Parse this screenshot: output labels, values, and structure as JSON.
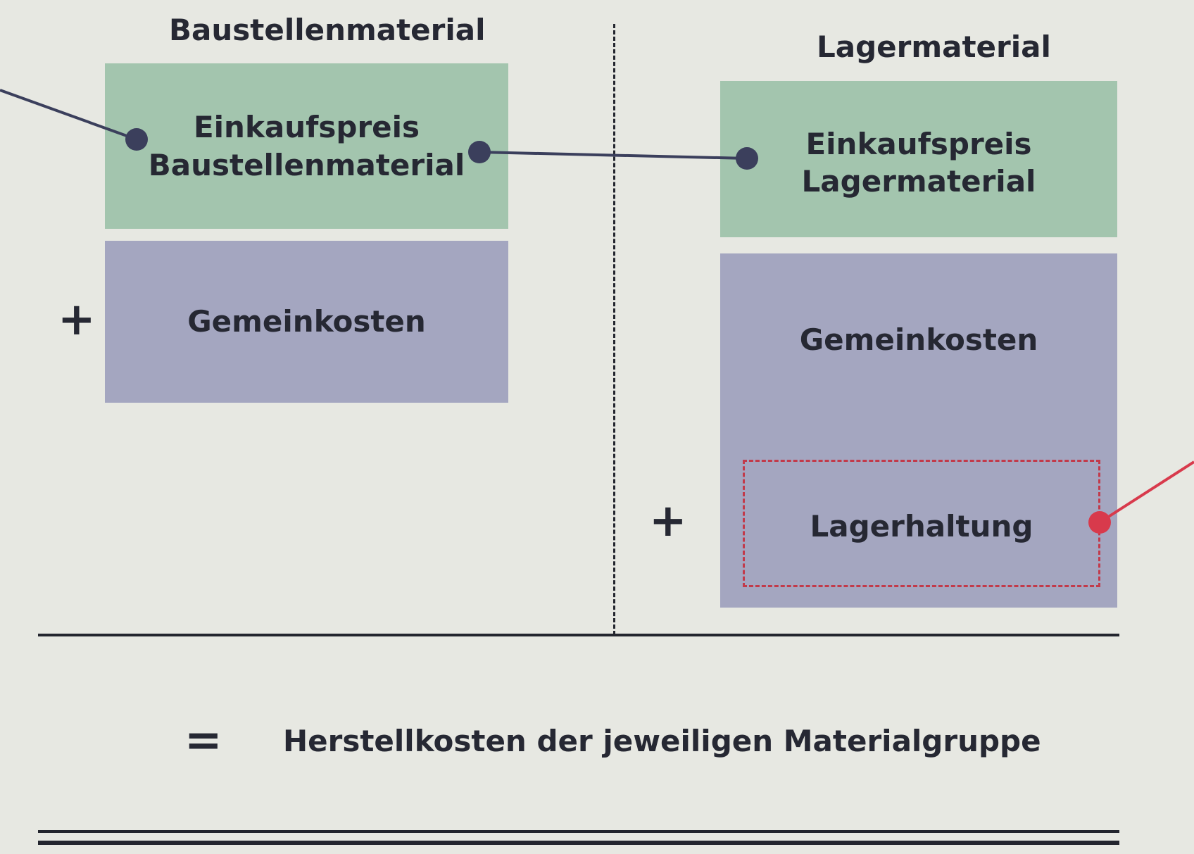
{
  "left_column": {
    "heading": "Baustellenmaterial",
    "purchase_box": {
      "line1": "Einkaufspreis",
      "line2": "Baustellenmaterial"
    },
    "overhead_box": {
      "label": "Gemeinkosten"
    },
    "plus": "+"
  },
  "right_column": {
    "heading": "Lagermaterial",
    "purchase_box": {
      "line1": "Einkaufspreis",
      "line2": "Lagermaterial"
    },
    "overhead_box": {
      "label": "Gemeinkosten"
    },
    "storage_box": {
      "label": "Lagerhaltung"
    },
    "plus": "+"
  },
  "result": {
    "equals": "=",
    "label": "Herstellkosten der jeweiligen Materialgruppe"
  },
  "colors": {
    "background": "#e7e8e2",
    "green_box": "#a3c5ae",
    "purple_box": "#a4a6c0",
    "connector_dark": "#3b3f5c",
    "connector_red": "#d83a4c",
    "text": "#262833"
  }
}
